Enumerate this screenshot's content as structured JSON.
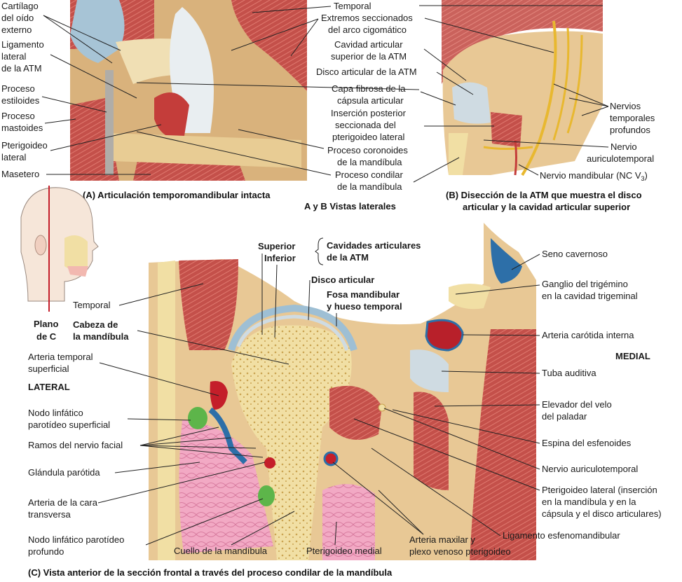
{
  "panel_a": {
    "caption": "(A) Articulación temporomandibular intacta",
    "labels": {
      "cartilago": [
        "Cartílago",
        "del oído",
        "externo"
      ],
      "ligamento": [
        "Ligamento",
        "lateral",
        "de la ATM"
      ],
      "estiloides": [
        "Proceso",
        "estiloides"
      ],
      "mastoides": [
        "Proceso",
        "mastoides"
      ],
      "pterigoideo": [
        "Pterigoideo",
        "lateral"
      ],
      "masetero": "Masetero",
      "temporal": "Temporal",
      "extremos": [
        "Extremos seccionados",
        "del arco cigomático"
      ],
      "cavidad_sup": [
        "Cavidad articular",
        "superior de la ATM"
      ],
      "disco": "Disco articular de la ATM",
      "capa": [
        "Capa fibrosa de la",
        "cápsula articular"
      ],
      "insercion": [
        "Inserción posterior",
        "seccionada del",
        "pterigoideo lateral"
      ],
      "coronoides": [
        "Proceso coronoides",
        "de la mandíbula"
      ],
      "condilar": [
        "Proceso condilar",
        "de la mandíbula"
      ]
    }
  },
  "panel_ab_caption": "A y B Vistas laterales",
  "panel_b": {
    "caption": [
      "(B) Disección de la ATM que muestra el disco",
      "articular y la cavidad articular superior"
    ],
    "labels": {
      "nervios": [
        "Nervios",
        "temporales",
        "profundos"
      ],
      "auriculo": [
        "Nervio",
        "auriculotemporal"
      ],
      "mandibular": "Nervio mandibular (NC V",
      "mandibular_sub": "3",
      "mandibular_end": ")"
    }
  },
  "panel_c": {
    "caption": "(C) Vista anterior de la sección frontal a través del proceso condilar de la mandíbula",
    "plano": [
      "Plano",
      "de C"
    ],
    "lateral": "LATERAL",
    "medial": "MEDIAL",
    "left_labels": {
      "temporal": "Temporal",
      "cabeza": [
        "Cabeza de",
        "la mandíbula"
      ],
      "arteria_temp": [
        "Arteria temporal",
        "superficial"
      ],
      "nodo_sup": [
        "Nodo linfático",
        "parotídeo superficial"
      ],
      "ramos": "Ramos del nervio facial",
      "glandula": "Glándula parótida",
      "arteria_cara": [
        "Arteria de la cara",
        "transversa"
      ],
      "nodo_prof": [
        "Nodo linfático parotídeo",
        "profundo"
      ],
      "cuello": "Cuello de la mandíbula",
      "pterig_med": "Pterigoideo medial",
      "arteria_max": [
        "Arteria maxilar y",
        "plexo venoso pterigoideo"
      ]
    },
    "top_labels": {
      "superior": "Superior",
      "inferior": "Inferior",
      "cavidades": [
        "Cavidades articulares",
        "de la ATM"
      ],
      "disco": "Disco articular",
      "fosa": [
        "Fosa mandibular",
        "y hueso temporal"
      ]
    },
    "right_labels": {
      "seno": "Seno cavernoso",
      "ganglio": [
        "Ganglio del trigémino",
        "en la cavidad trigeminal"
      ],
      "carotida": "Arteria carótida interna",
      "tuba": "Tuba auditiva",
      "elevador": [
        "Elevador del velo",
        "del paladar"
      ],
      "espina": "Espina del esfenoides",
      "auriculo": "Nervio auriculotemporal",
      "pterig_lat": [
        "Pterigoideo lateral (inserción",
        "en la mandíbula y en la",
        "cápsula y el disco articulares)"
      ],
      "ligamento": "Ligamento esfenomandibular"
    }
  }
}
